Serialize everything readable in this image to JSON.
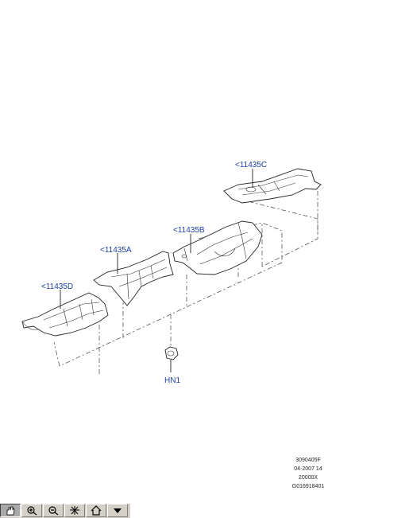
{
  "callouts": {
    "part_c": "<11435C",
    "part_b": "<11435B",
    "part_a": "<11435A",
    "part_d": "<11435D",
    "nut": "HN1"
  },
  "reference": [
    "3090405F",
    "04-2007 14",
    "20000X",
    "G016918401"
  ],
  "toolbar": {
    "icons": [
      "hand-icon",
      "zoom-in-icon",
      "zoom-out-icon",
      "fit-icon",
      "home-icon",
      "menu-down-icon"
    ]
  },
  "colors": {
    "callout": "#1f3fa6",
    "line": "#222222"
  }
}
